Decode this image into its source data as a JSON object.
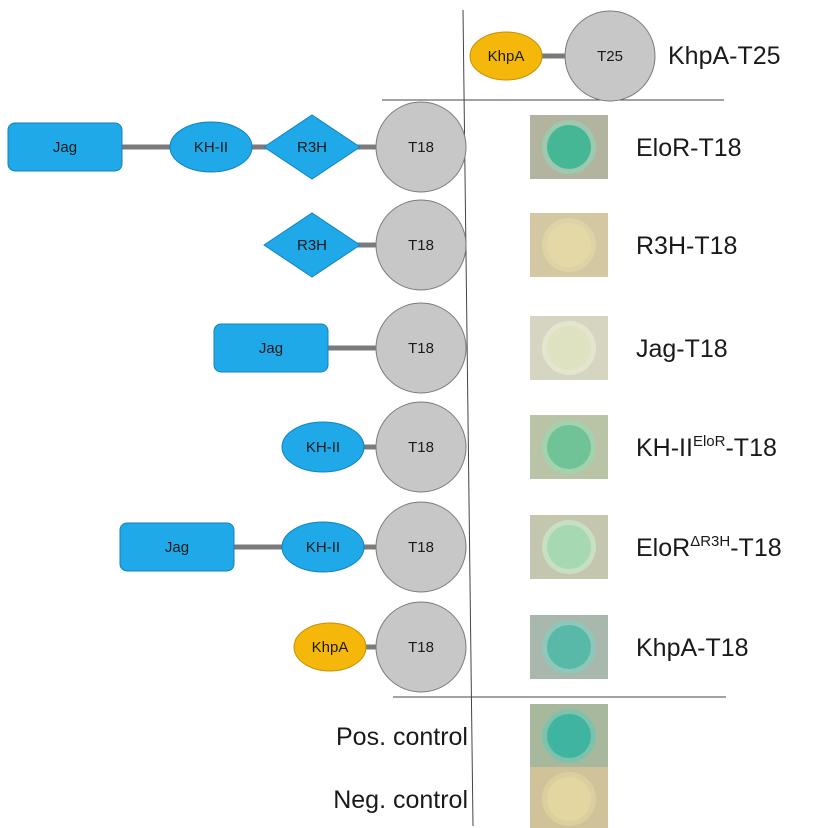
{
  "colors": {
    "domain_blue": "#1fa9e8",
    "domain_blue_stroke": "#1283c0",
    "khpa_orange": "#f6b70b",
    "khpa_stroke": "#c98f00",
    "t18_grey": "#c7c7c7",
    "t18_stroke": "#7c7c7c",
    "linker": "#7a7a7a",
    "divider": "#444444"
  },
  "header": {
    "khpa_label": "KhpA",
    "t25_label": "T25",
    "construct_label": "KhpA-T25"
  },
  "rows": [
    {
      "domains": [
        "Jag",
        "KH-II",
        "R3H"
      ],
      "t18_label": "T18",
      "label_main": "EloR-T18",
      "label_sup": "",
      "label_suffix": "",
      "well_color": "#46b795",
      "well_rim": "#9ec9ae",
      "well_bg": "#b3b4a0"
    },
    {
      "domains": [
        "R3H"
      ],
      "t18_label": "T18",
      "label_main": "R3H-T18",
      "label_sup": "",
      "label_suffix": "",
      "well_color": "#e4d9a6",
      "well_rim": "#ddd3a7",
      "well_bg": "#d3c8a2"
    },
    {
      "domains": [
        "Jag"
      ],
      "t18_label": "T18",
      "label_main": "Jag-T18",
      "label_sup": "",
      "label_suffix": "",
      "well_color": "#dfe2c0",
      "well_rim": "#e4e4cf",
      "well_bg": "#d5d5c1"
    },
    {
      "domains": [
        "KH-II"
      ],
      "t18_label": "T18",
      "label_main": "KH-II",
      "label_sup": "EloR",
      "label_suffix": "-T18",
      "well_color": "#6fc396",
      "well_rim": "#a3d2ae",
      "well_bg": "#b9c4a6"
    },
    {
      "domains": [
        "Jag",
        "KH-II"
      ],
      "t18_label": "T18",
      "label_main": "EloR",
      "label_sup": "ΔR3H",
      "label_suffix": "-T18",
      "well_color": "#a6d8b2",
      "well_rim": "#c7e0c2",
      "well_bg": "#c4c7ae"
    },
    {
      "domains": [
        "KhpA"
      ],
      "t18_label": "T18",
      "label_main": "KhpA-T18",
      "label_sup": "",
      "label_suffix": "",
      "well_color": "#58b9a8",
      "well_rim": "#8fc7ba",
      "well_bg": "#a9b8ad"
    }
  ],
  "controls": [
    {
      "label": "Pos. control",
      "well_color": "#3fb4a0",
      "well_rim": "#7ec2ab",
      "well_bg": "#a8b89c"
    },
    {
      "label": "Neg. control",
      "well_color": "#e3d6a0",
      "well_rim": "#dccf9f",
      "well_bg": "#d0c39a"
    }
  ]
}
